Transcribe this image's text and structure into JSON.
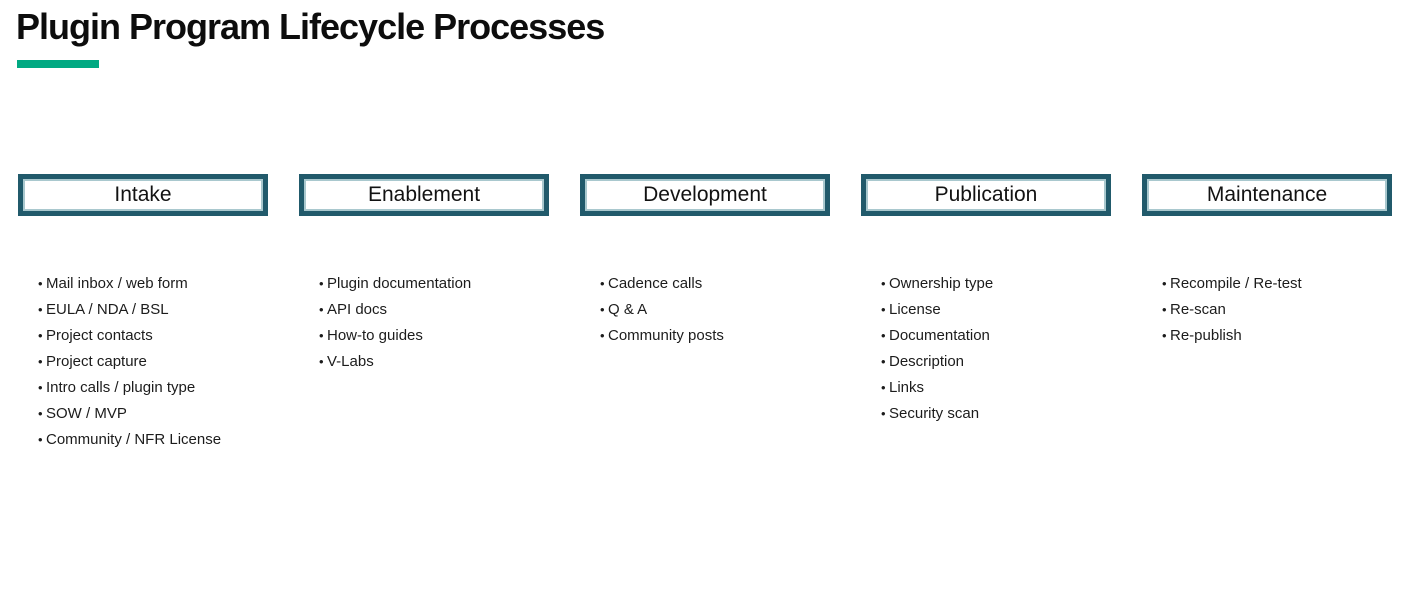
{
  "title": "Plugin Program Lifecycle Processes",
  "colors": {
    "accent": "#01A982",
    "box-border": "#215A6B",
    "box-inner": "#A9C8CE",
    "text": "#1A1A1A"
  },
  "columns": [
    {
      "header": "Intake",
      "items": [
        "Mail inbox / web form",
        "EULA / NDA / BSL",
        "Project contacts",
        "Project capture",
        "Intro calls / plugin type",
        "SOW / MVP",
        "Community / NFR License"
      ]
    },
    {
      "header": "Enablement",
      "items": [
        "Plugin documentation",
        "API docs",
        "How-to guides",
        "V-Labs"
      ]
    },
    {
      "header": "Development",
      "items": [
        "Cadence calls",
        "Q & A",
        "Community posts"
      ]
    },
    {
      "header": "Publication",
      "items": [
        "Ownership type",
        "License",
        "Documentation",
        "Description",
        "Links",
        "Security scan"
      ]
    },
    {
      "header": "Maintenance",
      "items": [
        "Recompile / Re-test",
        "Re-scan",
        "Re-publish"
      ]
    }
  ]
}
